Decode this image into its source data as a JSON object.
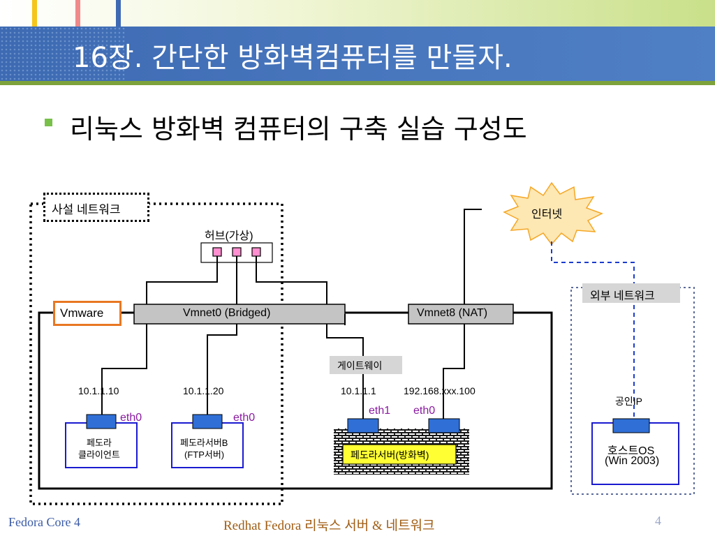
{
  "slide": {
    "title": "16장. 간단한 방화벽컴퓨터를 만들자.",
    "bullet": "리눅스 방화벽 컴퓨터의 구축 실습 구성도"
  },
  "diagram": {
    "private_network_label": "사설 네트워크",
    "hub_label": "허브(가상)",
    "vmware_label": "Vmware",
    "vmnet0_label": "Vmnet0 (Bridged)",
    "vmnet8_label": "Vmnet8 (NAT)",
    "internet_label": "인터넷",
    "external_network_label": "외부 네트워크",
    "gateway_label": "게이트웨이",
    "public_ip_label": "공인IP",
    "hosts": [
      {
        "ip": "10.1.1.10",
        "iface": "eth0",
        "name_line1": "페도라",
        "name_line2": "클라이언트"
      },
      {
        "ip": "10.1.1.20",
        "iface": "eth0",
        "name_line1": "페도라서버B",
        "name_line2": "(FTP서버)"
      }
    ],
    "firewall": {
      "ip_eth1": "10.1.1.1",
      "ip_eth0": "192.168.xxx.100",
      "iface1": "eth1",
      "iface0": "eth0",
      "name": "페도라서버(방화벽)"
    },
    "host_os": {
      "name_line1": "호스트OS",
      "name_line2": "(Win 2003)"
    }
  },
  "footer": {
    "left": "Fedora Core 4",
    "center": "Redhat Fedora 리눅스 서버 & 네트워크",
    "page": "4"
  },
  "colors": {
    "header_blue": "#4a78bf",
    "vmware_border": "#e87722",
    "bridge_gray": "#c4c4c4",
    "nic_blue": "#2f6fd6",
    "host_border": "#1a1ad0",
    "firewall_label_bg": "#ffff33",
    "iface_text": "#8a1aa0",
    "internet_fill": "#fde7b3",
    "internet_stroke": "#f5a623",
    "link_dashed": "#1a3ccc"
  }
}
